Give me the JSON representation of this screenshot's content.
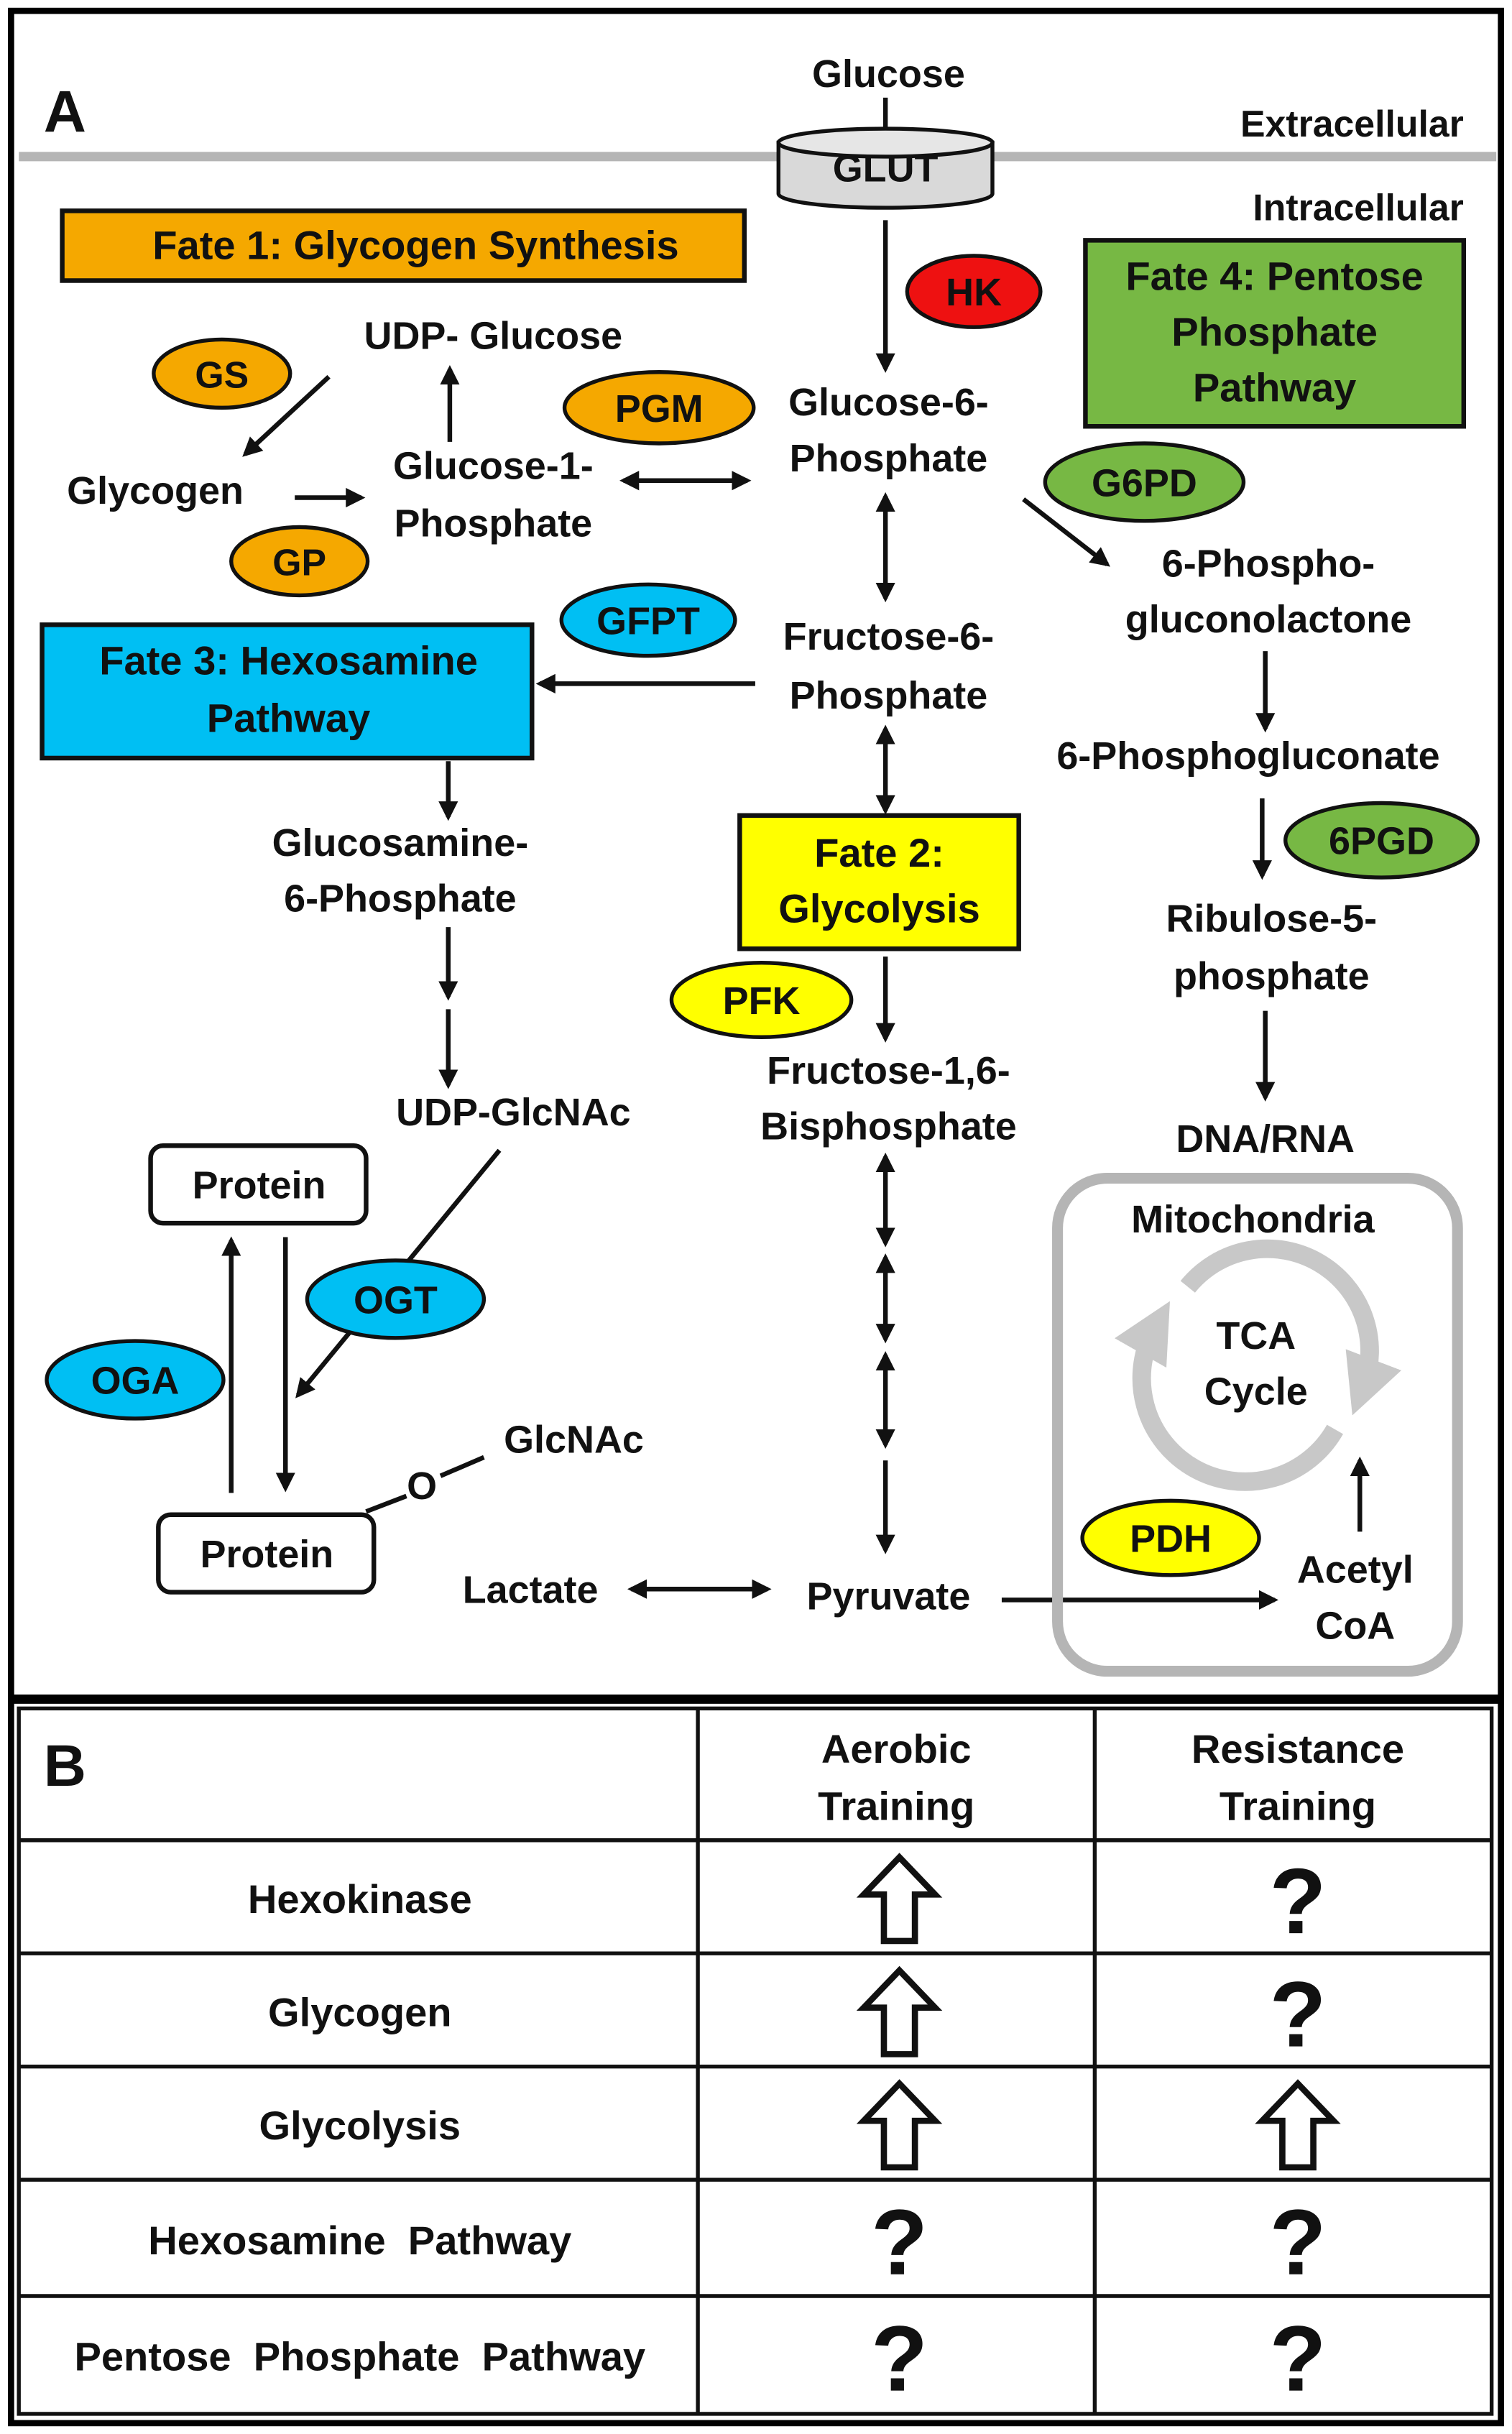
{
  "panel_a": {
    "label": "A",
    "regions": {
      "extracellular": "Extracellular",
      "intracellular": "Intracellular"
    },
    "transporter": "GLUT",
    "metabolites": {
      "glucose": "Glucose",
      "udp_glucose": "UDP- Glucose",
      "glycogen": "Glycogen",
      "g1p_line1": "Glucose-1-",
      "g1p_line2": "Phosphate",
      "g6p_line1": "Glucose-6-",
      "g6p_line2": "Phosphate",
      "f6p_line1": "Fructose-6-",
      "f6p_line2": "Phosphate",
      "gln6p_line1": "Glucosamine-",
      "gln6p_line2": "6-Phosphate",
      "udp_glcnac": "UDP-GlcNAc",
      "protein": "Protein",
      "protein_glcnac": "Protein",
      "o_link": "O",
      "glcnac": "GlcNAc",
      "fbp_line1": "Fructose-1,6-",
      "fbp_line2": "Bisphosphate",
      "lactate": "Lactate",
      "pyruvate": "Pyruvate",
      "pgl_line1": "6-Phospho-",
      "pgl_line2": "gluconolactone",
      "pg": "6-Phosphogluconate",
      "r5p_line1": "Ribulose-5-",
      "r5p_line2": "phosphate",
      "dna_rna": "DNA/RNA",
      "acetyl_line1": "Acetyl",
      "acetyl_line2": "CoA"
    },
    "enzymes": {
      "hk": "HK",
      "gs": "GS",
      "pgm": "PGM",
      "gp": "GP",
      "g6pd": "G6PD",
      "gfpt": "GFPT",
      "pgd": "6PGD",
      "pfk": "PFK",
      "ogt": "OGT",
      "oga": "OGA",
      "pdh": "PDH"
    },
    "fates": {
      "fate1": "Fate 1: Glycogen Synthesis",
      "fate2_line1": "Fate 2:",
      "fate2_line2": "Glycolysis",
      "fate3_line1": "Fate 3: Hexosamine",
      "fate3_line2": "Pathway",
      "fate4_line1": "Fate 4: Pentose",
      "fate4_line2": "Phosphate",
      "fate4_line3": "Pathway"
    },
    "mitochondria": {
      "title": "Mitochondria",
      "tca_line1": "TCA",
      "tca_line2": "Cycle"
    },
    "colors": {
      "orange": "#F5A800",
      "red": "#EE1111",
      "green": "#77B844",
      "cyan": "#00BFF3",
      "yellow": "#FFFF00",
      "membrane": "#B5B5B5",
      "tca": "#C8C8C8"
    }
  },
  "panel_b": {
    "label": "B",
    "columns": [
      "Aerobic Training",
      "Resistance Training"
    ],
    "column_lines": [
      [
        "Aerobic",
        "Training"
      ],
      [
        "Resistance",
        "Training"
      ]
    ],
    "rows": [
      {
        "label": "Hexokinase",
        "aerobic": "increase",
        "resistance": "?"
      },
      {
        "label": "Glycogen",
        "aerobic": "increase",
        "resistance": "?"
      },
      {
        "label": "Glycolysis",
        "aerobic": "increase",
        "resistance": "increase"
      },
      {
        "label": "Hexosamine  Pathway",
        "aerobic": "?",
        "resistance": "?"
      },
      {
        "label": "Pentose  Phosphate  Pathway",
        "aerobic": "?",
        "resistance": "?"
      }
    ]
  }
}
